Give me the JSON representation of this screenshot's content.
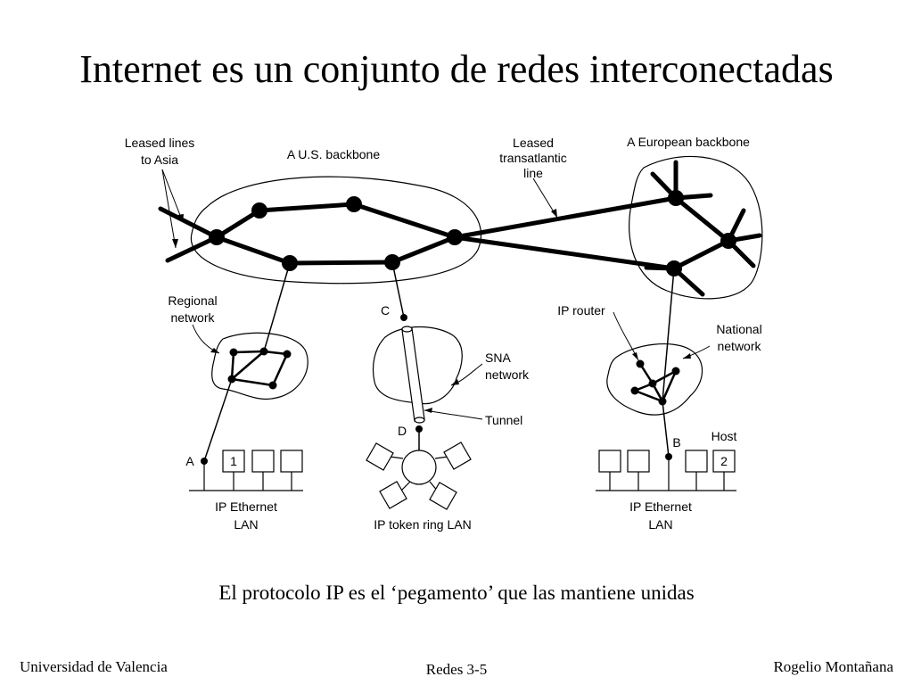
{
  "slide": {
    "title": "Internet es un conjunto de redes interconectadas",
    "caption": "El protocolo IP es el ‘pegamento’ que las mantiene unidas",
    "footer_left": "Universidad de Valencia",
    "footer_center": "Redes 3-5",
    "footer_right": "Rogelio Montañana"
  },
  "diagram": {
    "leased_asia": [
      "Leased lines",
      "to Asia"
    ],
    "us_backbone": "A U.S. backbone",
    "leased_transatlantic": [
      "Leased",
      "transatlantic",
      "line"
    ],
    "european_backbone": "A European backbone",
    "regional_network": [
      "Regional",
      "network"
    ],
    "label_c": "C",
    "ip_router": "IP router",
    "national_network": [
      "National",
      "network"
    ],
    "sna_network": [
      "SNA",
      "network"
    ],
    "tunnel": "Tunnel",
    "label_d": "D",
    "label_a": "A",
    "label_b": "B",
    "host": "Host",
    "host1": "1",
    "host2": "2",
    "ethernet_left": [
      "IP Ethernet",
      "LAN"
    ],
    "token_ring": "IP token ring LAN",
    "ethernet_right": [
      "IP Ethernet",
      "LAN"
    ]
  }
}
